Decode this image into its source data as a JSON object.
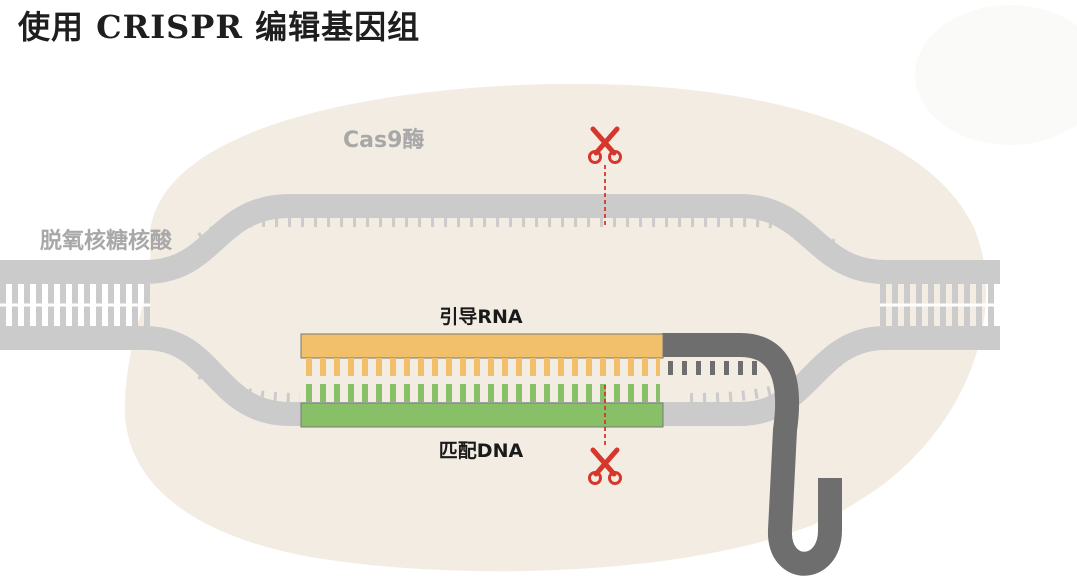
{
  "title": "使用 CRISPR 编辑基因组",
  "labels": {
    "cas9": "Cas9酶",
    "dna": "脱氧核糖核酸",
    "guide_rna": "引导RNA",
    "matching_dna": "匹配DNA"
  },
  "icons": {
    "cut_top": "scissors-icon",
    "cut_bottom": "scissors-icon"
  },
  "colors": {
    "cas9_blob": "#f3ece2",
    "dna_strand": "#cbcbcb",
    "guide_rna": "#f2c06b",
    "matching_dna": "#88c068",
    "rna_tail": "#6e6e6e",
    "scissors": "#d6362b",
    "label_gray": "#a8a8a8",
    "label_dark": "#1a1a1a"
  }
}
